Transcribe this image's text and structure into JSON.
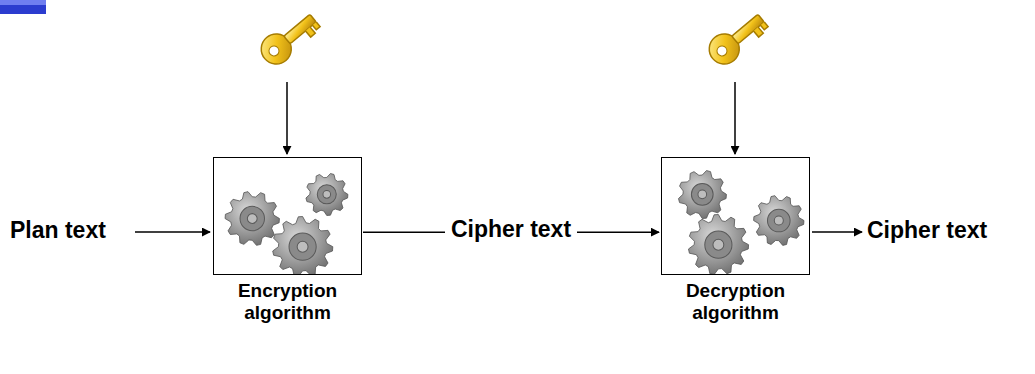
{
  "diagram": {
    "nodes": [
      {
        "text": [
          "Encryption algorithm"
        ]
      },
      {
        "text": [
          "Decryption algorithm"
        ]
      }
    ],
    "edges": [
      {
        "from": 0,
        "to": 1,
        "label": "Cipher text",
        "arrow": "to"
      }
    ],
    "labels": [
      "Plan text",
      "Cipher text"
    ]
  }
}
